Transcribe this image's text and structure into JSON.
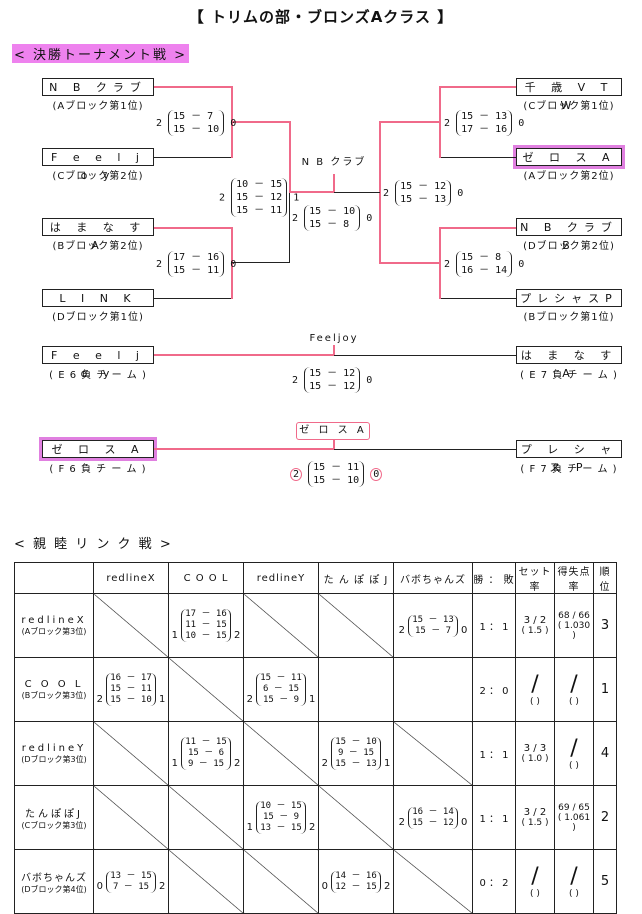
{
  "title": "【 トリムの部・ブロンズAクラス 】",
  "section1": "< 決勝トーナメント戦 >",
  "section2": "< 親 睦 リ ン ク 戦 >",
  "bracket": {
    "left": [
      {
        "name": "N B クラブ",
        "sub": "(Aブロック第1位)"
      },
      {
        "name": "F e e l j o y",
        "sub": "(Cブロック第2位)"
      },
      {
        "name": "は ま な す A",
        "sub": "(Bブロック第2位)"
      },
      {
        "name": "L  I  N  K",
        "sub": "(Dブロック第1位)"
      }
    ],
    "right": [
      {
        "name": "千 歳 V T W",
        "sub": "(Cブロック第1位)"
      },
      {
        "name": "ゼ ロ ス A",
        "sub": "(Aブロック第2位)"
      },
      {
        "name": "N B クラブ B",
        "sub": "(Dブロック第2位)"
      },
      {
        "name": "プレシャスP",
        "sub": "(Bブロック第1位)"
      }
    ],
    "scores": {
      "l1": {
        "w": "2",
        "l": "0",
        "sets": [
          "15 － 7",
          "15 － 10"
        ]
      },
      "l2": {
        "w": "2",
        "l": "0",
        "sets": [
          "17 － 16",
          "15 － 11"
        ]
      },
      "lsf": {
        "w": "2",
        "l": "1",
        "sets": [
          "10 － 15",
          "15 － 12",
          "15 － 11"
        ]
      },
      "r1": {
        "w": "2",
        "l": "0",
        "sets": [
          "15 － 13",
          "17 － 16"
        ]
      },
      "r2": {
        "w": "2",
        "l": "0",
        "sets": [
          "15 － 8",
          "16 － 14"
        ]
      },
      "rsf": {
        "w": "2",
        "l": "0",
        "sets": [
          "15 － 12",
          "15 － 13"
        ]
      },
      "final": {
        "w": "2",
        "l": "0",
        "sets": [
          "15 － 10",
          "15 － 8"
        ]
      },
      "champion": "N B クラブ"
    },
    "third": {
      "winner": "Feeljoy",
      "left": {
        "name": "F e e l j o y",
        "sub": "( E 6 負 チ ー ム )"
      },
      "right": {
        "name": "は ま な す A",
        "sub": "( E 7 負 チ ー ム )"
      },
      "w": "2",
      "l": "0",
      "sets": [
        "15 － 12",
        "15 － 12"
      ]
    },
    "fifth": {
      "winner": "ゼ ロ ス A",
      "left": {
        "name": "ゼ ロ ス A",
        "sub": "( F 6 負 チ ー ム )"
      },
      "right": {
        "name": "プ レ シ ャ ス P",
        "sub": "( F 7 負 チ ー ム )"
      },
      "w": "2",
      "l": "0",
      "sets": [
        "15 － 11",
        "15 － 10"
      ]
    }
  },
  "rr": {
    "headers": [
      "redlineX",
      "C O O L",
      "redlineY",
      "た ん ぽ ぽ J",
      "バボちゃんズ",
      "勝 ： 敗",
      "セット率",
      "得失点率",
      "順 位"
    ],
    "rows": [
      {
        "name": "redlineX",
        "sub": "(Aブロック第3位)",
        "wl": "1 ： 1",
        "set": "3 / 2",
        "setr": "( 1.5 )",
        "pt": "68 / 66",
        "ptr": "( 1.030 )",
        "rank": "3"
      },
      {
        "name": "C O O L",
        "sub": "(Bブロック第3位)",
        "wl": "2 ： 0",
        "set": "/",
        "setr": "( )",
        "pt": "/",
        "ptr": "( )",
        "rank": "1"
      },
      {
        "name": "redlineY",
        "sub": "(Dブロック第3位)",
        "wl": "1 ： 1",
        "set": "3 / 3",
        "setr": "( 1.0 )",
        "pt": "/",
        "ptr": "( )",
        "rank": "4"
      },
      {
        "name": "たんぽぽJ",
        "sub": "(Cブロック第3位)",
        "wl": "1 ： 1",
        "set": "3 / 2",
        "setr": "( 1.5 )",
        "pt": "69 / 65",
        "ptr": "( 1.061 )",
        "rank": "2"
      },
      {
        "name": "バボちゃんズ",
        "sub": "(Dブロック第4位)",
        "wl": "0 ： 2",
        "set": "/",
        "setr": "( )",
        "pt": "/",
        "ptr": "( )",
        "rank": "5"
      }
    ],
    "matches": {
      "x_cool": {
        "l": "1",
        "r": "2",
        "sets": [
          "17 － 16",
          "11 － 15",
          "10 － 15"
        ]
      },
      "x_babo": {
        "l": "2",
        "r": "0",
        "sets": [
          "15 － 13",
          "15 － 7"
        ]
      },
      "cool_x": {
        "l": "2",
        "r": "1",
        "sets": [
          "16 － 17",
          "15 － 11",
          "15 － 10"
        ]
      },
      "cool_y": {
        "l": "2",
        "r": "1",
        "sets": [
          "15 － 11",
          "6 － 15",
          "15 － 9"
        ]
      },
      "y_cool": {
        "l": "1",
        "r": "2",
        "sets": [
          "11 － 15",
          "15 － 6",
          "9 － 15"
        ]
      },
      "y_tan": {
        "l": "2",
        "r": "1",
        "sets": [
          "15 － 10",
          "9 － 15",
          "15 － 13"
        ]
      },
      "tan_y": {
        "l": "1",
        "r": "2",
        "sets": [
          "10 － 15",
          "15 － 9",
          "13 － 15"
        ]
      },
      "tan_babo": {
        "l": "2",
        "r": "0",
        "sets": [
          "16 － 14",
          "15 － 12"
        ]
      },
      "babo_x": {
        "l": "0",
        "r": "2",
        "sets": [
          "13 － 15",
          "7 － 15"
        ]
      },
      "babo_tan": {
        "l": "0",
        "r": "2",
        "sets": [
          "14 － 16",
          "12 － 15"
        ]
      }
    }
  }
}
